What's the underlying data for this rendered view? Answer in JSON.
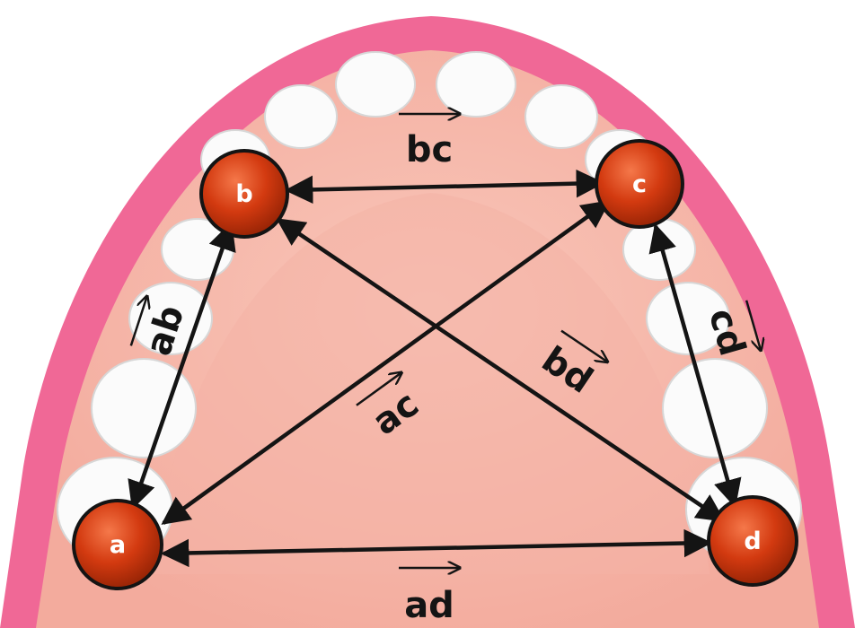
{
  "nodes": [
    {
      "id": "a",
      "label": "a"
    },
    {
      "id": "b",
      "label": "b"
    },
    {
      "id": "c",
      "label": "c"
    },
    {
      "id": "d",
      "label": "d"
    }
  ],
  "edges": [
    {
      "id": "ab",
      "from": "a",
      "to": "b",
      "label": "ab"
    },
    {
      "id": "bc",
      "from": "b",
      "to": "c",
      "label": "bc"
    },
    {
      "id": "cd",
      "from": "c",
      "to": "d",
      "label": "cd"
    },
    {
      "id": "ad",
      "from": "a",
      "to": "d",
      "label": "ad"
    },
    {
      "id": "ac",
      "from": "a",
      "to": "c",
      "label": "ac"
    },
    {
      "id": "bd",
      "from": "b",
      "to": "d",
      "label": "bd"
    }
  ],
  "colors": {
    "gum_outer": "#f06896",
    "palate": "#f7b9ad",
    "tooth": "#fbfbfb",
    "node_fill": "#d33a10",
    "edge": "#141414"
  }
}
